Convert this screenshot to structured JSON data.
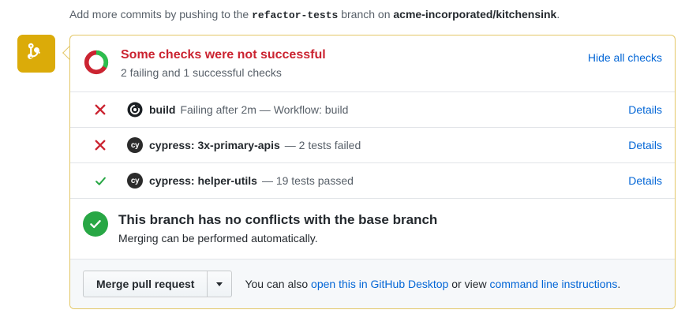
{
  "push_notice": {
    "prefix": "Add more commits by pushing to the ",
    "branch": "refactor-tests",
    "middle": " branch on ",
    "repo": "acme-incorporated/kitchensink",
    "suffix": "."
  },
  "timeline_badge": {
    "icon": "git-merge-icon",
    "color": "#dbab09"
  },
  "status": {
    "title": "Some checks were not successful",
    "subtitle": "2 failing and 1 successful checks",
    "title_color": "#cb2431",
    "hide_all_checks_label": "Hide all checks",
    "donut": {
      "failing_color": "#cb2431",
      "success_color": "#2cbe4e",
      "failing_fraction": 0.67,
      "success_fraction": 0.33
    }
  },
  "checks": [
    {
      "state": "failure",
      "state_icon": "x-icon",
      "state_color": "#cb2431",
      "avatar_icon": "github-actions-icon",
      "name": "build",
      "description": "Failing after 2m — Workflow: build",
      "details_label": "Details"
    },
    {
      "state": "failure",
      "state_icon": "x-icon",
      "state_color": "#cb2431",
      "avatar_icon": "cypress-icon",
      "avatar_text": "cy",
      "name": "cypress: 3x-primary-apis",
      "description": "— 2 tests failed",
      "details_label": "Details"
    },
    {
      "state": "success",
      "state_icon": "check-icon",
      "state_color": "#28a745",
      "avatar_icon": "cypress-icon",
      "avatar_text": "cy",
      "name": "cypress: helper-utils",
      "description": "— 19 tests passed",
      "details_label": "Details"
    }
  ],
  "conflicts": {
    "icon": "check-circle-icon",
    "icon_color": "#28a745",
    "title": "This branch has no conflicts with the base branch",
    "subtitle": "Merging can be performed automatically."
  },
  "merge_footer": {
    "merge_button_label": "Merge pull request",
    "dropdown_icon": "chevron-down-icon",
    "note_prefix": "You can also ",
    "link_desktop": "open this in GitHub Desktop",
    "note_middle": " or view ",
    "link_cli": "command line instructions",
    "note_suffix": "."
  },
  "colors": {
    "callout_border": "#e3c766",
    "link": "#0366d6",
    "muted_text": "#586069",
    "footer_bg": "#f6f8fa",
    "row_divider": "#e1e4e8"
  }
}
